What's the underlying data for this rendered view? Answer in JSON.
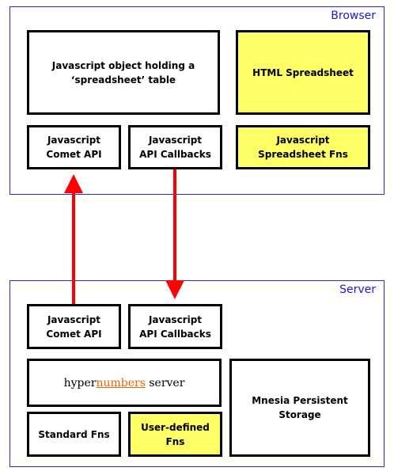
{
  "browser": {
    "title": "Browser",
    "js_object": "Javascript object holding a\n‘spreadsheet’ table",
    "html_spreadsheet": "HTML Spreadsheet",
    "comet_api": "Javascript\nComet API",
    "api_callbacks": "Javascript\nAPI Callbacks",
    "spreadsheet_fns": "Javascript\nSpreadsheet Fns"
  },
  "server": {
    "title": "Server",
    "comet_api": "Javascript\nComet API",
    "api_callbacks": "Javascript\nAPI Callbacks",
    "hypernumbers_a": "hyper",
    "hypernumbers_b": "numbers",
    "hypernumbers_c": " server",
    "mnesia": "Mnesia Persistent\nStorage",
    "standard_fns": "Standard Fns",
    "user_defined_fns": "User-defined\nFns"
  },
  "colors": {
    "frame_border": "#2a2acc",
    "title_text": "#1a1ad8",
    "highlight_fill": "#ffff66",
    "arrow": "#ff0000",
    "hypernumbers_accent": "#e8640c"
  }
}
